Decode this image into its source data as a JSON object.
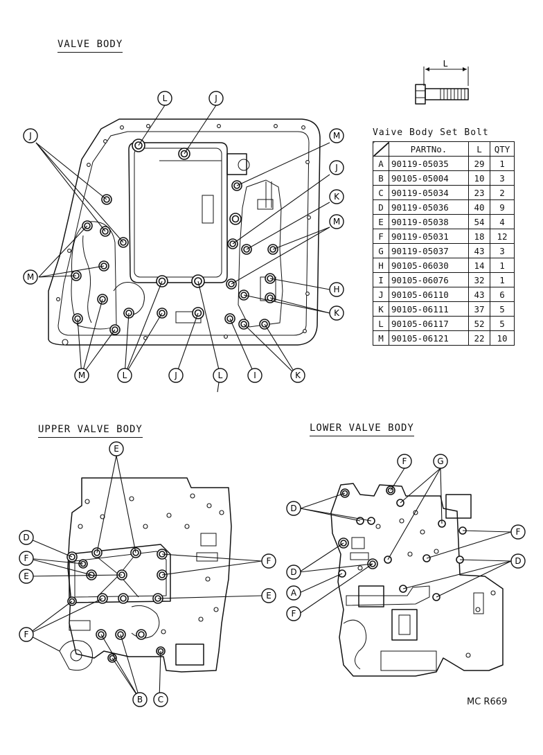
{
  "headings": {
    "valve_body": "VALVE BODY",
    "upper_valve_body": "UPPER VALVE BODY",
    "lower_valve_body": "LOWER VALVE BODY"
  },
  "bolt_dimension_label": "L",
  "table": {
    "title": "Vaive Body Set Bolt",
    "headers": [
      "",
      "PARTNo.",
      "L",
      "QTY"
    ],
    "rows": [
      [
        "A",
        "90119-05035",
        "29",
        "1"
      ],
      [
        "B",
        "90105-05004",
        "10",
        "3"
      ],
      [
        "C",
        "90119-05034",
        "23",
        "2"
      ],
      [
        "D",
        "90119-05036",
        "40",
        "9"
      ],
      [
        "E",
        "90119-05038",
        "54",
        "4"
      ],
      [
        "F",
        "90119-05031",
        "18",
        "12"
      ],
      [
        "G",
        "90119-05037",
        "43",
        "3"
      ],
      [
        "H",
        "90105-06030",
        "14",
        "1"
      ],
      [
        "I",
        "90105-06076",
        "32",
        "1"
      ],
      [
        "J",
        "90105-06110",
        "43",
        "6"
      ],
      [
        "K",
        "90105-06111",
        "37",
        "5"
      ],
      [
        "L",
        "90105-06117",
        "52",
        "5"
      ],
      [
        "M",
        "90105-06121",
        "22",
        "10"
      ]
    ]
  },
  "callouts": {
    "valve_body": [
      "L",
      "J",
      "J",
      "M",
      "J",
      "K",
      "M",
      "M",
      "H",
      "K",
      "M",
      "L",
      "J",
      "L",
      "I",
      "K"
    ],
    "upper_valve_body": [
      "E",
      "D",
      "F",
      "E",
      "F",
      "E",
      "F",
      "B",
      "C"
    ],
    "lower_valve_body": [
      "F",
      "G",
      "D",
      "F",
      "D",
      "D",
      "A",
      "F"
    ]
  },
  "document_code": "MC R669"
}
